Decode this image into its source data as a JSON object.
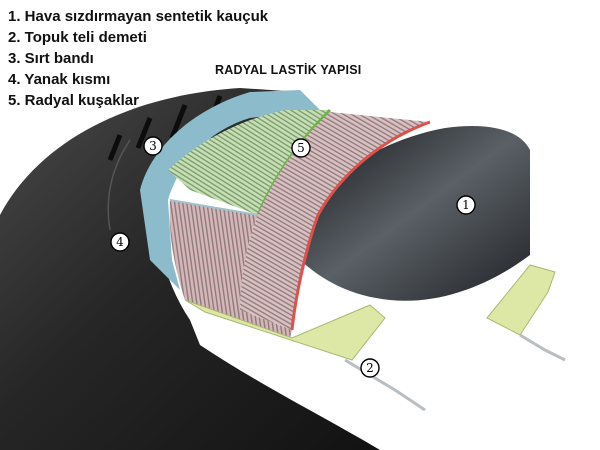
{
  "legend": [
    {
      "number": "1",
      "text": "1. Hava sızdırmayan sentetik kauçuk"
    },
    {
      "number": "2",
      "text": "2. Topuk teli demeti"
    },
    {
      "number": "3",
      "text": "3. Sırt bandı"
    },
    {
      "number": "4",
      "text": "4. Yanak kısmı"
    },
    {
      "number": "5",
      "text": "5. Radyal kuşaklar"
    }
  ],
  "title": "RADYAL LASTİK YAPISI",
  "callouts": [
    "1",
    "2",
    "3",
    "4",
    "5"
  ],
  "colors": {
    "rubber_dark": "#1c1c1c",
    "rubber_mid": "#3a3a3a",
    "inner_liner": "#2e3135",
    "tread_band": "#8cbccb",
    "radial_belt_green": "#b9d7a4",
    "radial_belt_pink": "#d6b3b4",
    "belt_edge_red": "#e0504a",
    "belt_edge_green": "#6fb14b",
    "bead_filler": "#dde8a6",
    "bead_wire": "#b9bec2"
  }
}
